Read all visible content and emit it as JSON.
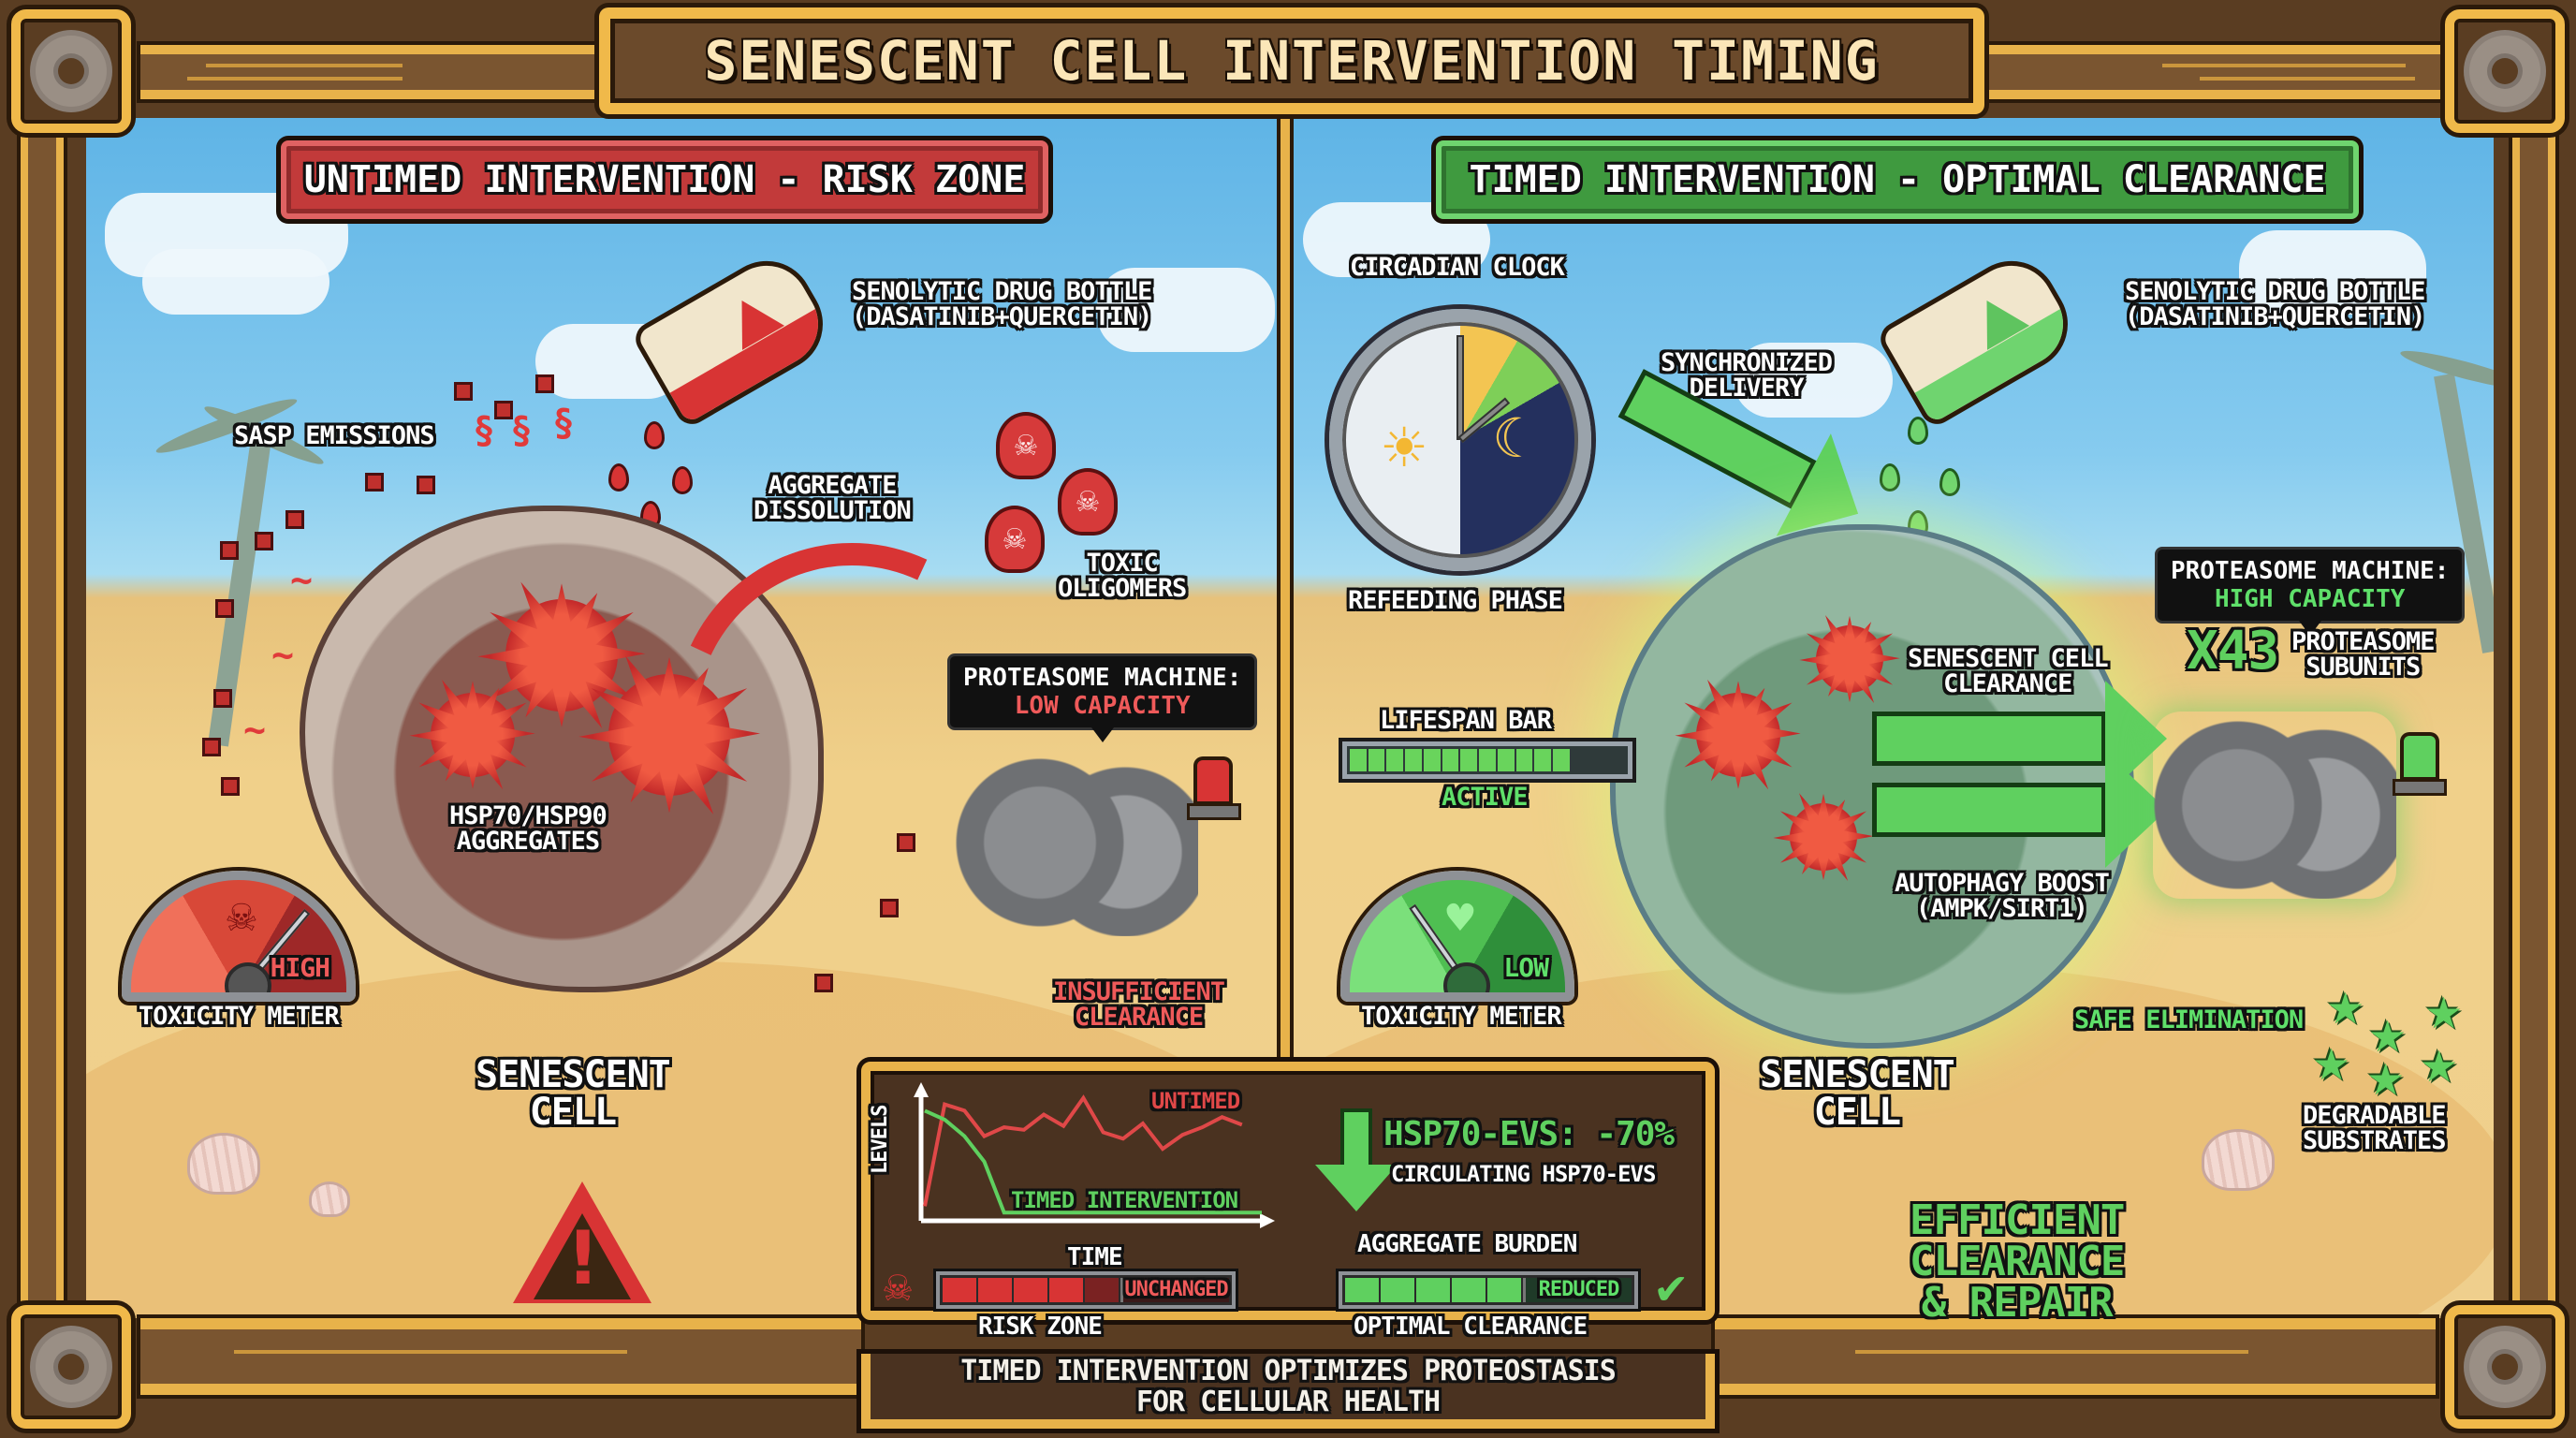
{
  "title": "SENESCENT CELL INTERVENTION TIMING",
  "left_panel": {
    "banner": "UNTIMED INTERVENTION - RISK ZONE",
    "accent_color": "#c23a3a",
    "bottle_label_line1": "SENOLYTIC DRUG BOTTLE",
    "bottle_label_line2": "(DASATINIB+QUERCETIN)",
    "sasp_label": "SASP EMISSIONS",
    "aggregate_dissolution_line1": "AGGREGATE",
    "aggregate_dissolution_line2": "DISSOLUTION",
    "toxic_oligomers_line1": "TOXIC",
    "toxic_oligomers_line2": "OLIGOMERS",
    "aggregates_line1": "HSP70/HSP90",
    "aggregates_line2": "AGGREGATES",
    "proteasome_title": "PROTEASOME MACHINE:",
    "proteasome_status": "LOW CAPACITY",
    "insufficient_line1": "INSUFFICIENT",
    "insufficient_line2": "CLEARANCE",
    "toxicity_meter_label": "TOXICITY METER",
    "toxicity_value": "HIGH",
    "cell_label_line1": "SENESCENT",
    "cell_label_line2": "CELL",
    "icons": [
      "skull-icon",
      "warning-icon",
      "alarm-beacon-icon",
      "curved-arrow-icon"
    ]
  },
  "right_panel": {
    "banner": "TIMED INTERVENTION - OPTIMAL CLEARANCE",
    "accent_color": "#3f9a3f",
    "clock_label": "CIRCADIAN CLOCK",
    "refeeding_label": "REFEEDING PHASE",
    "synchronized_line1": "SYNCHRONIZED",
    "synchronized_line2": "DELIVERY",
    "bottle_label_line1": "SENOLYTIC DRUG BOTTLE",
    "bottle_label_line2": "(DASATINIB+QUERCETIN)",
    "lifespan_label": "LIFESPAN BAR",
    "lifespan_status": "ACTIVE",
    "lifespan_filled_segments": 12,
    "lifespan_total_segments": 15,
    "toxicity_meter_label": "TOXICITY METER",
    "toxicity_value": "LOW",
    "clearance_line1": "SENESCENT CELL",
    "clearance_line2": "CLEARANCE",
    "autophagy_line1": "AUTOPHAGY BOOST",
    "autophagy_line2": "(AMPK/SIRT1)",
    "proteasome_title": "PROTEASOME MACHINE:",
    "proteasome_status": "HIGH CAPACITY",
    "subunits_count": "x43",
    "subunits_line1": "PROTEASOME",
    "subunits_line2": "SUBUNITS",
    "safe_elimination": "SAFE ELIMINATION",
    "degradable_line1": "DEGRADABLE",
    "degradable_line2": "SUBSTRATES",
    "cell_label_line1": "SENESCENT",
    "cell_label_line2": "CELL",
    "efficient_line1": "EFFICIENT",
    "efficient_line2": "CLEARANCE",
    "efficient_line3": "& REPAIR",
    "icons": [
      "sun-icon",
      "moon-icon",
      "heart-icon",
      "star-icon",
      "alarm-beacon-icon"
    ]
  },
  "summary": {
    "chart": {
      "ylabel": "LEVELS",
      "xlabel": "TIME",
      "untimed_label": "UNTIMED",
      "timed_label": "TIMED INTERVENTION"
    },
    "hsp70_headline": "HSP70-EVs: -70%",
    "hsp70_sub": "CIRCULATING HSP70-EVs",
    "aggregate_burden_label": "AGGREGATE BURDEN",
    "risk_bar_value": "UNCHANGED",
    "risk_bar_caption": "RISK ZONE",
    "optimal_bar_value": "REDUCED",
    "optimal_bar_caption": "OPTIMAL CLEARANCE",
    "footer_line1": "TIMED INTERVENTION OPTIMIZES PROTEOSTASIS",
    "footer_line2": "FOR CELLULAR HEALTH"
  },
  "chart_data": {
    "type": "line",
    "title": "",
    "xlabel": "TIME",
    "ylabel": "LEVELS",
    "x": [
      0,
      1,
      2,
      3,
      4,
      5,
      6,
      7,
      8,
      9,
      10,
      11,
      12,
      13,
      14,
      15,
      16,
      17
    ],
    "series": [
      {
        "name": "UNTIMED",
        "color": "#e04848",
        "values": [
          10,
          90,
          85,
          65,
          72,
          70,
          82,
          73,
          95,
          68,
          63,
          75,
          55,
          66,
          72,
          80,
          74,
          null
        ]
      },
      {
        "name": "TIMED INTERVENTION",
        "color": "#5fd05f",
        "values": [
          85,
          78,
          65,
          45,
          5,
          5,
          5,
          5,
          5,
          5,
          5,
          5,
          5,
          5,
          5,
          5,
          5,
          5
        ]
      }
    ],
    "ylim": [
      0,
      100
    ],
    "grid": false,
    "legend": "inline labels"
  }
}
